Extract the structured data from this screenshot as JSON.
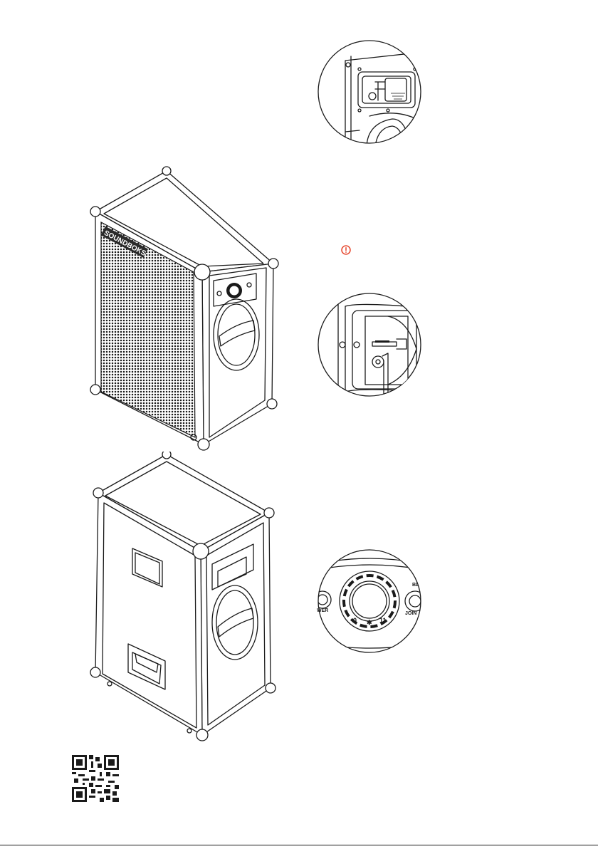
{
  "speaker_front": {
    "brand_text": "SOUNDBOKS"
  },
  "detail_knob": {
    "label_left": "WER",
    "label_right": "JOIN",
    "label_top_right": "BL",
    "scale_min": "0",
    "scale_max": "11",
    "bluetooth_symbol": "✱"
  },
  "warning": {
    "icon": "exclamation-circle-icon",
    "color": "#e8523a"
  },
  "qr": {
    "icon": "qr-code-icon"
  }
}
